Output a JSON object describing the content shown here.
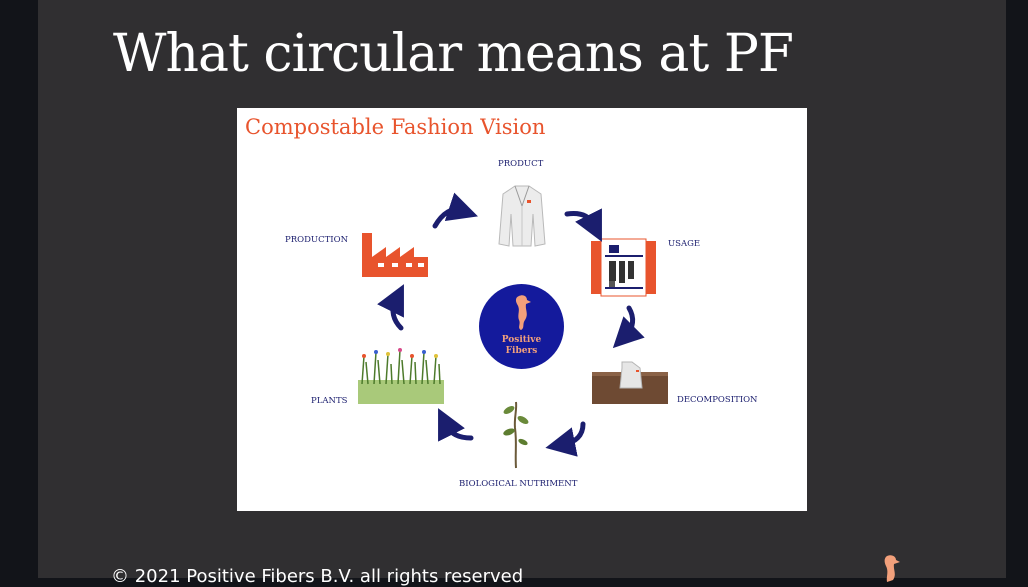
{
  "slide": {
    "title": "What circular means at PF",
    "footer": "© 2021 Positive Fibers B.V. all rights reserved"
  },
  "diagram": {
    "title": "Compostable Fashion Vision",
    "center_logo_line1": "Positive",
    "center_logo_line2": "Fibers",
    "stages": {
      "product": "PRODUCT",
      "usage": "USAGE",
      "decomposition": "DECOMPOSITION",
      "biological_nutriment": "BIOLOGICAL NUTRIMENT",
      "plants": "PLANTS",
      "production": "PRODUCTION"
    }
  },
  "colors": {
    "slide_bg": "#302f31",
    "accent_orange": "#e8542d",
    "navy": "#1b1e6e",
    "logo_circle": "#141a9c"
  }
}
